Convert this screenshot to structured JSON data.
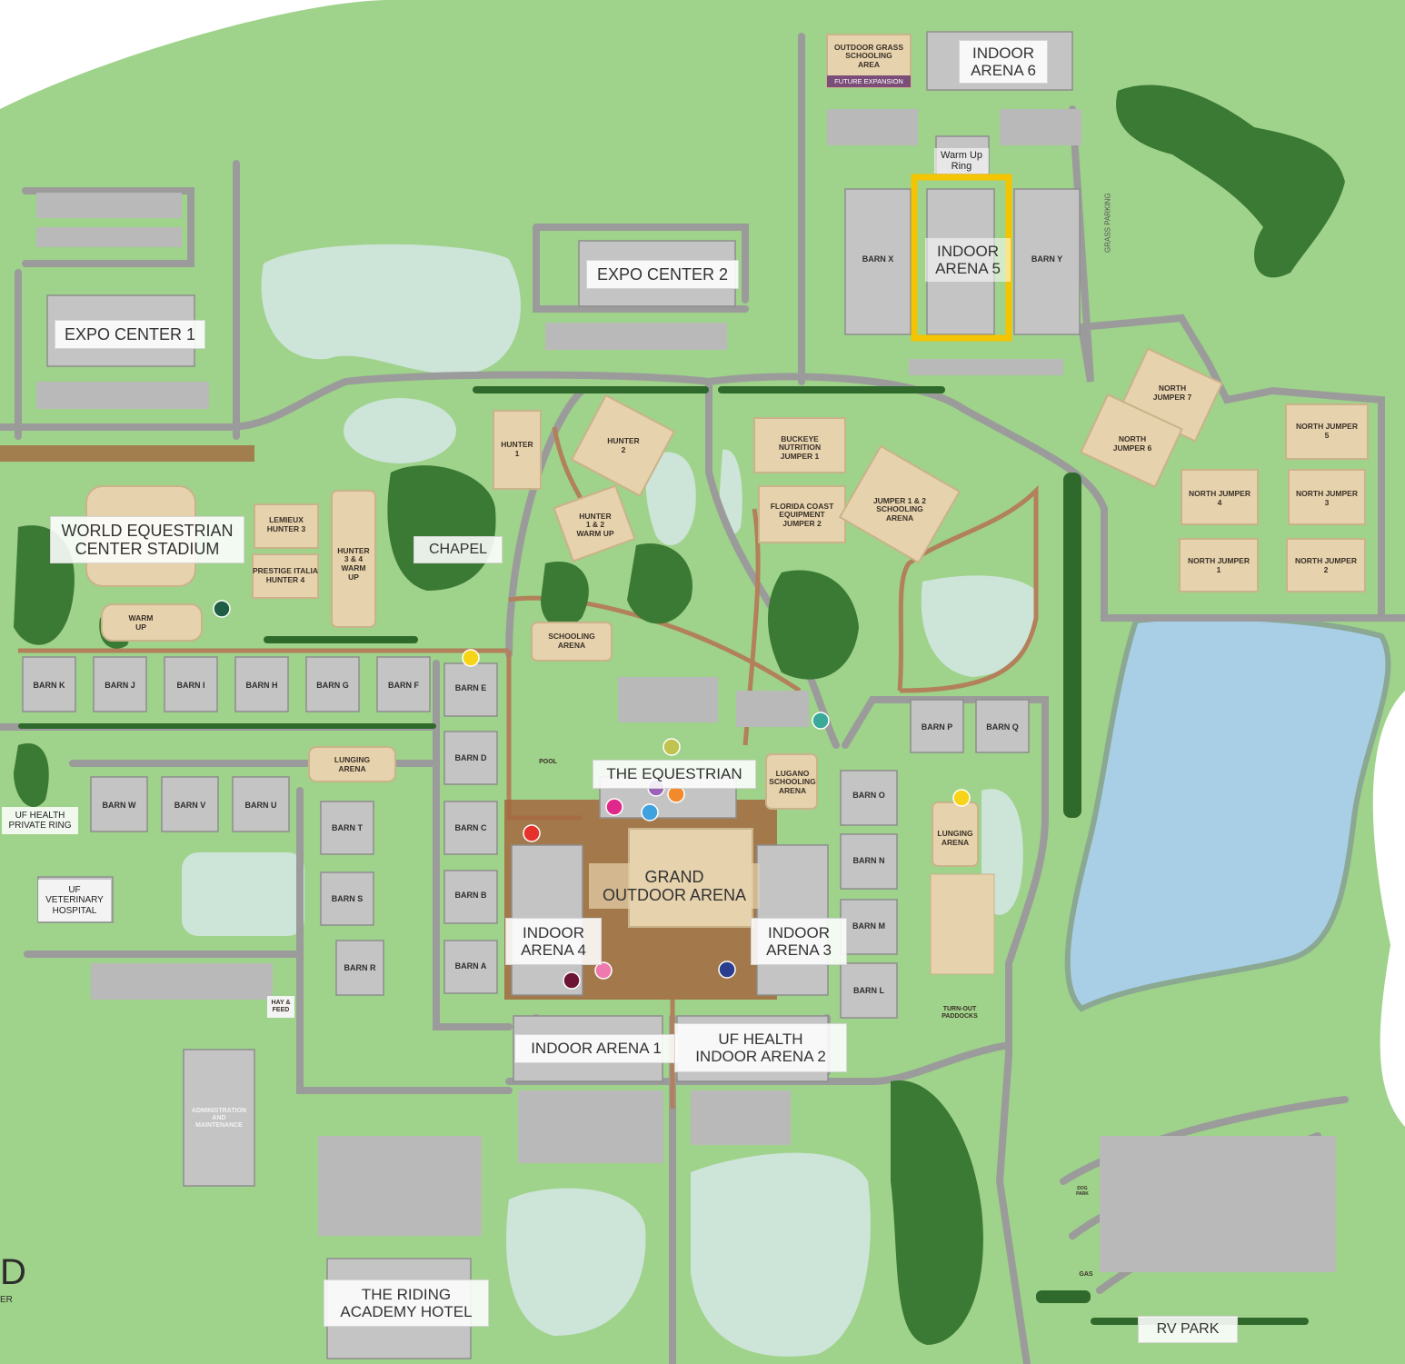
{
  "colors": {
    "grass": "#9fd28a",
    "grass_light": "#b6dea2",
    "road": "#9b9b9b",
    "road_edge": "#7f7f7f",
    "path": "#b2805a",
    "sand": "#e6d2ad",
    "building": "#c4c4c4",
    "building_stripe": "#a6a6a6",
    "water": "#a9cfe7",
    "pond": "#cde4d8",
    "trees": "#3b7a34",
    "highlight": "#f5c400",
    "purple": "#7b4e7a"
  },
  "labels": {
    "outdoor_grass": "OUTDOOR GRASS\nSCHOOLING\nAREA",
    "future_expansion": "FUTURE EXPANSION",
    "indoor_arena_6": "INDOOR\nARENA 6",
    "warm_up_ring": "Warm Up\nRing",
    "barn_x": "BARN X",
    "indoor_arena_5": "INDOOR\nARENA 5",
    "barn_y": "BARN Y",
    "grass_parking": "GRASS PARKING",
    "expo_center_2": "EXPO CENTER 2",
    "expo_center_1": "EXPO CENTER 1",
    "north_jumper_7": "NORTH\nJUMPER 7",
    "north_jumper_6": "NORTH\nJUMPER 6",
    "north_jumper_5": "NORTH JUMPER\n5",
    "north_jumper_4": "NORTH JUMPER\n4",
    "north_jumper_3": "NORTH JUMPER\n3",
    "north_jumper_1": "NORTH JUMPER\n1",
    "north_jumper_2": "NORTH JUMPER\n2",
    "hunter_1": "HUNTER\n1",
    "hunter_2": "HUNTER\n2",
    "hunter_12_warmup": "HUNTER\n1 & 2\nWARM UP",
    "buckeye": "BUCKEYE\nNUTRITION\nJUMPER 1",
    "florida_coast": "FLORIDA COAST\nEQUIPMENT\nJUMPER 2",
    "jumper_12_schooling": "JUMPER 1 & 2\nSCHOOLING\nARENA",
    "wec_stadium": "WORLD EQUESTRIAN\nCENTER STADIUM",
    "lemieux": "LEMIEUX\nHUNTER 3",
    "prestige": "PRESTIGE ITALIA\nHUNTER 4",
    "hunter_34_warmup": "HUNTER\n3 & 4\nWARM\nUP",
    "chapel": "CHAPEL",
    "warm_up": "WARM\nUP",
    "schooling_arena": "SCHOOLING\nARENA",
    "barn_k": "BARN K",
    "barn_j": "BARN J",
    "barn_i": "BARN I",
    "barn_h": "BARN H",
    "barn_g": "BARN G",
    "barn_f": "BARN F",
    "barn_e": "BARN E",
    "barn_d": "BARN D",
    "barn_c": "BARN C",
    "barn_b": "BARN B",
    "barn_a": "BARN A",
    "barn_w": "BARN W",
    "barn_v": "BARN V",
    "barn_u": "BARN U",
    "barn_t": "BARN T",
    "barn_s": "BARN S",
    "barn_r": "BARN R",
    "barn_p": "BARN P",
    "barn_q": "BARN Q",
    "barn_o": "BARN O",
    "barn_n": "BARN N",
    "barn_m": "BARN M",
    "barn_l": "BARN L",
    "lunging_arena_w": "LUNGING\nARENA",
    "lunging_arena_e": "LUNGING\nARENA",
    "lugano": "LUGANO\nSCHOOLING\nARENA",
    "pool": "POOL",
    "the_equestrian": "THE EQUESTRIAN",
    "grand_outdoor": "GRAND\nOUTDOOR ARENA",
    "indoor_arena_4": "INDOOR\nARENA 4",
    "indoor_arena_3": "INDOOR\nARENA 3",
    "indoor_arena_1": "INDOOR ARENA 1",
    "indoor_arena_2": "UF HEALTH\nINDOOR ARENA 2",
    "uf_private_ring": "UF HEALTH\nPRIVATE RING",
    "uf_vet": "UF\nVETERINARY\nHOSPITAL",
    "hay_feed": "HAY &\nFEED",
    "turnout": "TURN-OUT\nPADDOCKS",
    "admin": "ADMINISTRATION\nAND\nMAINTENANCE",
    "riding_academy": "THE RIDING\nACADEMY HOTEL",
    "rv_park": "RV PARK",
    "gas": "GAS",
    "dog_park": "DOG\nPARK",
    "logo_fragment": "D",
    "logo_sub": "ER"
  },
  "markers": [
    {
      "name": "marker-yellow-barn-e",
      "color": "#f7d418"
    },
    {
      "name": "marker-teal",
      "color": "#3aa99a"
    },
    {
      "name": "marker-olive",
      "color": "#c0c34e"
    },
    {
      "name": "marker-purple",
      "color": "#9b63b8"
    },
    {
      "name": "marker-magenta",
      "color": "#e0288a"
    },
    {
      "name": "marker-orange",
      "color": "#f28a2b"
    },
    {
      "name": "marker-blue",
      "color": "#3fa1dd"
    },
    {
      "name": "marker-red",
      "color": "#e5322b"
    },
    {
      "name": "marker-yellow-lunging",
      "color": "#f7d418"
    },
    {
      "name": "marker-pink",
      "color": "#ef79ae"
    },
    {
      "name": "marker-navy",
      "color": "#2b3d8f"
    },
    {
      "name": "marker-maroon",
      "color": "#6d1534"
    },
    {
      "name": "marker-darkgreen",
      "color": "#1d5e45"
    }
  ]
}
